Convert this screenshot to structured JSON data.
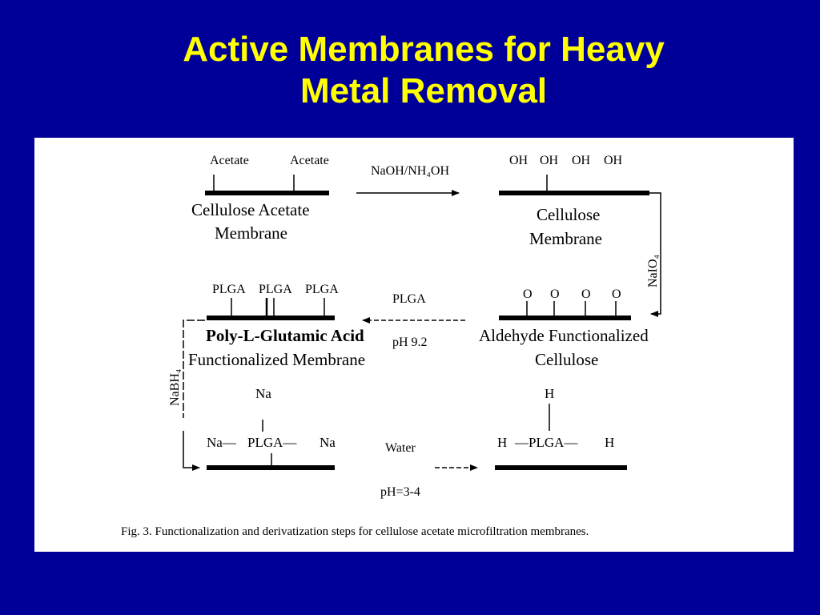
{
  "slide": {
    "title_line1": "Active Membranes for Heavy",
    "title_line2": "Metal Removal",
    "background_color": "#000099",
    "title_color": "#ffff00"
  },
  "figure": {
    "step1": {
      "groups": [
        "Acetate",
        "Acetate"
      ],
      "name_line1": "Cellulose Acetate",
      "name_line2": "Membrane"
    },
    "arrow1_reagent": "NaOH/NH₄OH",
    "step2": {
      "groups": [
        "OH",
        "OH",
        "OH",
        "OH"
      ],
      "name_line1": "Cellulose",
      "name_line2": "Membrane"
    },
    "arrow2_reagent": "NaIO₄",
    "step3": {
      "groups": [
        "O",
        "O",
        "O",
        "O"
      ],
      "name_line1": "Aldehyde Functionalized",
      "name_line2": "Cellulose"
    },
    "arrow3_reagent": "PLGA",
    "arrow3_condition": "pH  9.2",
    "step4": {
      "groups": [
        "PLGA",
        "PLGA",
        "PLGA"
      ],
      "name_line1": "Poly-L-Glutamic Acid",
      "name_line2": "Functionalized Membrane"
    },
    "arrow4_reagent": "NaBH₄",
    "step5": {
      "top_group": "Na",
      "left_group": "Na—",
      "center_group": "PLGA—",
      "right_group": "Na"
    },
    "arrow5_reagent": "Water",
    "arrow5_condition": "pH=3-4",
    "step6": {
      "top_group": "H",
      "left_group": "H",
      "center_group": "—PLGA—",
      "right_group": "H"
    },
    "caption": "Fig. 3.  Functionalization and derivatization steps for cellulose acetate microfiltration membranes."
  }
}
